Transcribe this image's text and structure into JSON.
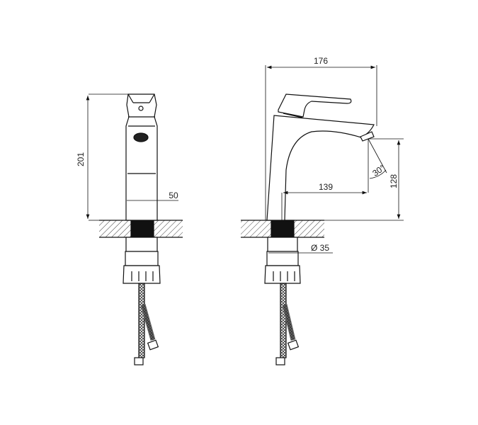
{
  "diagram": {
    "title": "Basin faucet technical drawing",
    "views": [
      {
        "name": "front-view",
        "dimensions": {
          "height": "201",
          "width": "50"
        }
      },
      {
        "name": "side-view",
        "dimensions": {
          "length": "176",
          "reach": "139",
          "spout_height": "128",
          "angle": "30°",
          "mount_diameter": "Ø 35"
        }
      }
    ]
  },
  "labels": {
    "h201": "201",
    "w50": "50",
    "l176": "176",
    "r139": "139",
    "h128": "128",
    "a30": "30°",
    "d35": "Ø 35"
  }
}
